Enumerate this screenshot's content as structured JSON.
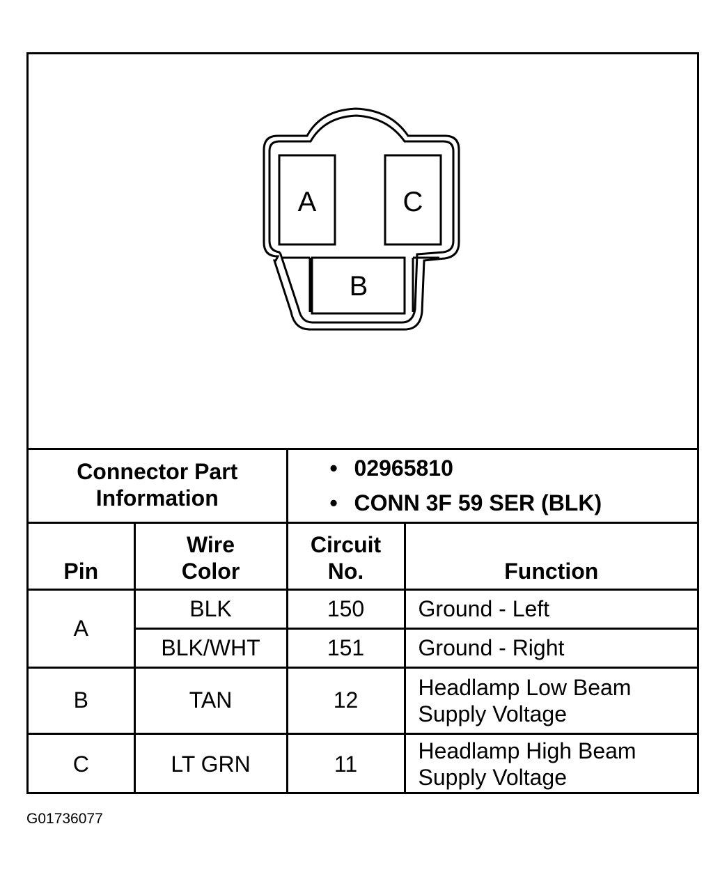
{
  "connector": {
    "pins": [
      "A",
      "C",
      "B"
    ]
  },
  "part_info": {
    "label_line1": "Connector Part",
    "label_line2": "Information",
    "part_number": "02965810",
    "description": "CONN 3F 59 SER (BLK)",
    "bullet": "•"
  },
  "headers": {
    "pin": "Pin",
    "wire_color_line1": "Wire",
    "wire_color_line2": "Color",
    "circuit_line1": "Circuit",
    "circuit_line2": "No.",
    "function": "Function"
  },
  "rows": [
    {
      "pin": "A",
      "wires": [
        {
          "color": "BLK",
          "circuit": "150",
          "function_line1": "Ground - Left"
        },
        {
          "color": "BLK/WHT",
          "circuit": "151",
          "function_line1": "Ground - Right"
        }
      ]
    },
    {
      "pin": "B",
      "color": "TAN",
      "circuit": "12",
      "function_line1": "Headlamp Low Beam",
      "function_line2": "Supply Voltage"
    },
    {
      "pin": "C",
      "color": "LT GRN",
      "circuit": "11",
      "function_line1": "Headlamp High Beam",
      "function_line2": "Supply Voltage"
    }
  ],
  "figure_id": "G01736077"
}
